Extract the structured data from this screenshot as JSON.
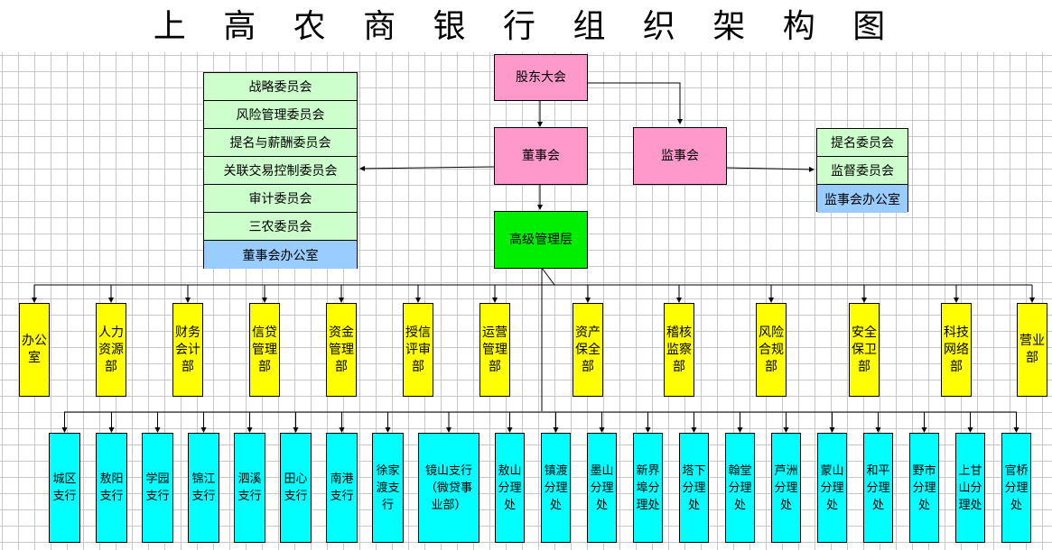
{
  "title": "上 高 农 商 银 行 组 织 架 构 图",
  "top": {
    "shareholders": "股东大会",
    "board": "董事会",
    "supervisory": "监事会",
    "management": "高级管理层"
  },
  "board_committees": [
    "战略委员会",
    "风险管理委员会",
    "提名与薪酬委员会",
    "关联交易控制委员会",
    "审计委员会",
    "三农委员会",
    "董事会办公室"
  ],
  "supervisory_committees": [
    "提名委员会",
    "监督委员会",
    "监事会办公室"
  ],
  "departments": [
    "办公\n室",
    "人力\n资源\n部",
    "财务\n会计\n部",
    "信贷\n管理\n部",
    "资金\n管理\n部",
    "授信\n评审\n部",
    "运营\n管理\n部",
    "资产\n保全\n部",
    "稽核\n监察\n部",
    "风险\n合规\n部",
    "安全\n保卫\n部",
    "科技\n网络\n部",
    "营业\n部"
  ],
  "branches": [
    "城区\n支行",
    "敖阳\n支行",
    "学园\n支行",
    "锦江\n支行",
    "泗溪\n支行",
    "田心\n支行",
    "南港\n支行",
    "徐家\n渡支\n行",
    "镜山支行\n（微贷事\n业部）",
    "敖山\n分理\n处",
    "镇渡\n分理\n处",
    "墨山\n分理\n处",
    "新界\n埠分\n理处",
    "塔下\n分理\n处",
    "翰堂\n分理\n处",
    "芦洲\n分理\n处",
    "蒙山\n分理\n处",
    "和平\n分理\n处",
    "野市\n分理\n处",
    "上甘\n山分\n理处",
    "官桥\n分理\n处"
  ],
  "colors": {
    "pink": "#ff99cc",
    "management": "#00ee00",
    "committee": "#ccffcc",
    "office": "#99ccff",
    "department": "#ffff00",
    "branch": "#00ffff"
  }
}
